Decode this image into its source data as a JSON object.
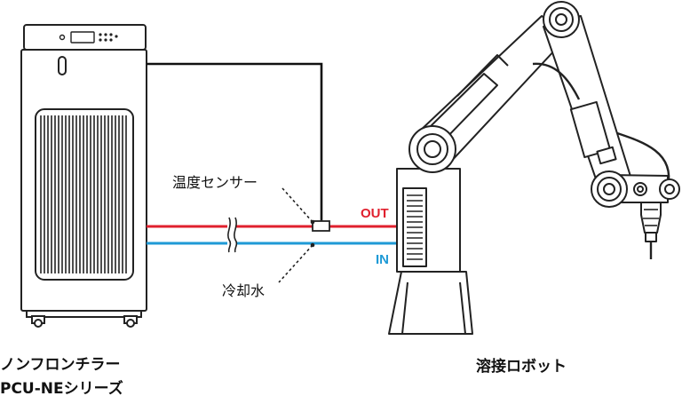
{
  "labels": {
    "chiller_line1": "ノンフロンチラー",
    "chiller_line2": "PCU-NEシリーズ",
    "robot": "溶接ロボット",
    "sensor": "温度センサー",
    "coolant": "冷却水",
    "out": "OUT",
    "in": "IN"
  },
  "colors": {
    "out_line": "#e0202e",
    "in_line": "#1e9ad6",
    "outline": "#222222",
    "sensor_wire": "#111111"
  }
}
